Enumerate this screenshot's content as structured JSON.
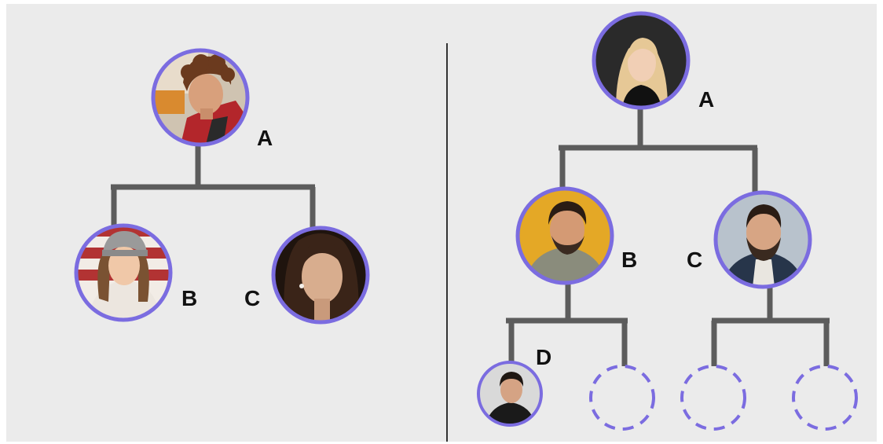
{
  "colors": {
    "background": "#ebebeb",
    "connector": "#5c5c5c",
    "ring": "#7b6ce0",
    "divider": "#333333",
    "label": "#111111"
  },
  "left_tree": {
    "nodes": [
      {
        "label": "A",
        "avatar": "photo-curly-hair-young-man-red-jacket"
      },
      {
        "label": "B",
        "avatar": "photo-smiling-woman-grey-beanie"
      },
      {
        "label": "C",
        "avatar": "photo-woman-dark-hair-portrait"
      }
    ]
  },
  "right_tree": {
    "nodes": [
      {
        "label": "A",
        "avatar": "photo-blonde-woman-black-turtleneck"
      },
      {
        "label": "B",
        "avatar": "photo-bearded-man-yellow-background"
      },
      {
        "label": "C",
        "avatar": "photo-smiling-bearded-man-blazer"
      },
      {
        "label": "D",
        "avatar": "photo-man-black-tshirt"
      }
    ],
    "empty_slots": 3
  }
}
